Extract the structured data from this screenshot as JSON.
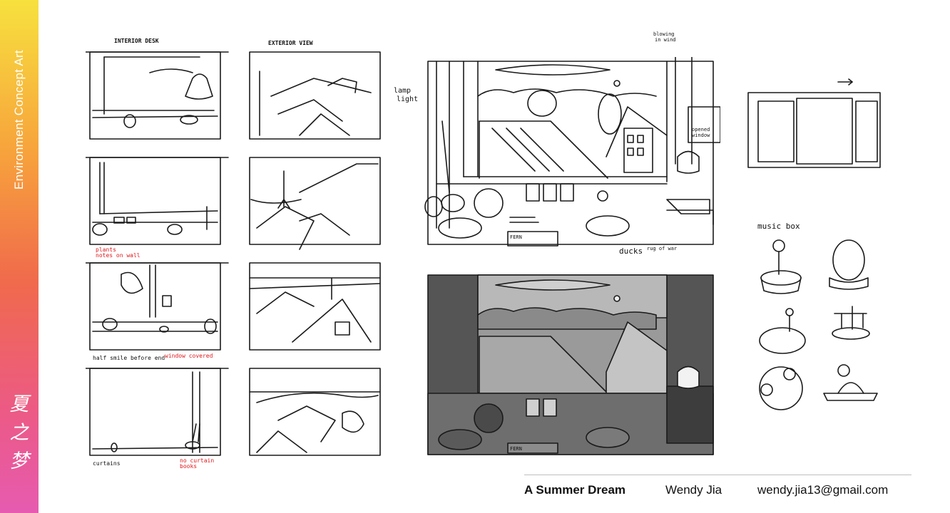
{
  "sidebar": {
    "title": "Environment Concept Art",
    "logo_glyphs": [
      "夏",
      "之",
      "梦"
    ]
  },
  "storyboard": {
    "left_column_header": "INTERIOR DESK",
    "right_column_header": "EXTERIOR VIEW",
    "notes": {
      "row2": [
        "plants",
        "notes on wall"
      ],
      "row3_left": "half smile before end",
      "row3_right": "window covered",
      "row4_left": "curtains",
      "row4_right": [
        "no curtain",
        "books"
      ]
    }
  },
  "main_sketch": {
    "lamp_note": [
      "lamp",
      "light"
    ],
    "chimes_note": [
      "blowing",
      "in wind"
    ],
    "window_note": [
      "opened",
      "window"
    ],
    "paper_label": "FERN",
    "ducks_label": "ducks",
    "rug_label": "rug of war"
  },
  "props": {
    "music_box_label": "music box"
  },
  "footer": {
    "title": "A Summer Dream",
    "author": "Wendy Jia",
    "email": "wendy.jia13@gmail.com"
  }
}
